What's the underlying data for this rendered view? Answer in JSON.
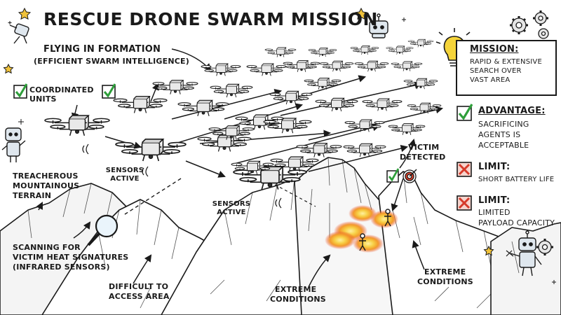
{
  "title": "RESCUE DRONE SWARM MISSION",
  "formation": {
    "line1": "FLYING IN FORMATION",
    "line2": "(EFFICIENT SWARM INTELLIGENCE)"
  },
  "coordinated_units": "COORDINATED UNITS",
  "sensors_active": "SENSORS ACTIVE",
  "treacherous_terrain": [
    "TREACHEROUS",
    "MOUNTAINOUS",
    "TERRAIN"
  ],
  "scanning": [
    "SCANNING FOR",
    "VICTIM HEAT SIGNATURES",
    "(INFRARED SENSORS)"
  ],
  "difficult_access": [
    "DIFFICULT TO",
    "ACCESS AREA"
  ],
  "extreme_conditions": [
    "EXTREME",
    "CONDITIONS"
  ],
  "victim_detected": [
    "VICTIM",
    "DETECTED"
  ],
  "mission": {
    "heading": "MISSION:",
    "lines": [
      "RAPID & EXTENSIVE",
      "SEARCH OVER",
      "VAST AREA"
    ]
  },
  "advantage": {
    "heading": "ADVANTAGE:",
    "lines": [
      "SACRIFICING",
      "AGENTS IS",
      "ACCEPTABLE"
    ]
  },
  "limit_battery": {
    "heading": "LIMIT:",
    "text": "SHORT BATTERY LIFE"
  },
  "limit_payload": {
    "heading": "LIMIT:",
    "lines": [
      "LIMITED",
      "PAYLOAD CAPACITY"
    ]
  },
  "colors": {
    "ink": "#1a1a1a",
    "check_green": "#2e9e3a",
    "x_red": "#d63a2a",
    "heat_red": "#e8452c",
    "heat_orange": "#f39a2b",
    "heat_yellow": "#f7d046",
    "bulb_yellow": "#f5d43a",
    "star_gold": "#f0c23a"
  },
  "icons": [
    "lightbulb-icon",
    "check-icon",
    "x-icon",
    "magnifier-icon",
    "robot-icon",
    "gear-icon",
    "star-icon",
    "target-icon",
    "person-icon",
    "drone-icon"
  ]
}
